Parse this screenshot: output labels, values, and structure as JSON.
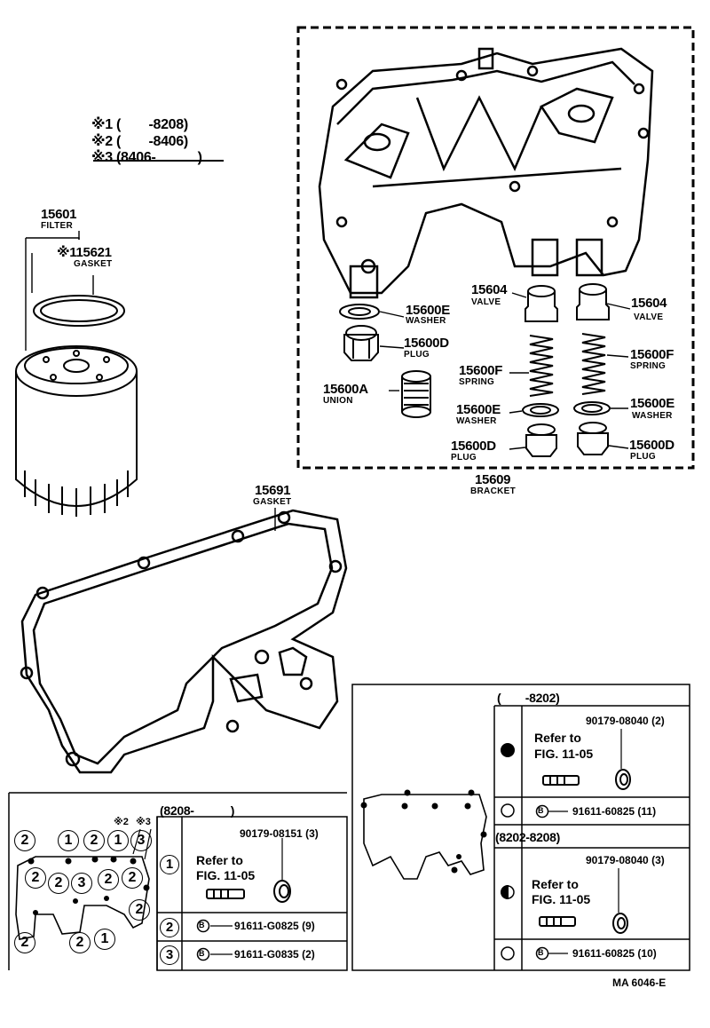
{
  "legend": {
    "rows": [
      {
        "mark": "※1",
        "range": "(　　-8208)"
      },
      {
        "mark": "※2",
        "range": "(　　-8406)"
      },
      {
        "mark": "※3",
        "range": "(8406-　　　)"
      }
    ]
  },
  "parts": {
    "filter": {
      "num": "15601",
      "name": "FILTER"
    },
    "filter_gasket": {
      "num": "※115621",
      "name": "GASKET"
    },
    "washer_left": {
      "num": "15600E",
      "name": "WASHER"
    },
    "plug_left": {
      "num": "15600D",
      "name": "PLUG"
    },
    "union": {
      "num": "15600A",
      "name": "UNION"
    },
    "valve_left": {
      "num": "15604",
      "name": "VALVE"
    },
    "valve_right": {
      "num": "15604",
      "name": "VALVE"
    },
    "spring_left": {
      "num": "15600F",
      "name": "SPRING"
    },
    "spring_right": {
      "num": "15600F",
      "name": "SPRING"
    },
    "washer_mid": {
      "num": "15600E",
      "name": "WASHER"
    },
    "washer_right": {
      "num": "15600E",
      "name": "WASHER"
    },
    "plug_mid": {
      "num": "15600D",
      "name": "PLUG"
    },
    "plug_right": {
      "num": "15600D",
      "name": "PLUG"
    },
    "bracket": {
      "num": "15609",
      "name": "BRACKET"
    },
    "main_gasket": {
      "num": "15691",
      "name": "GASKET"
    }
  },
  "bottom_left": {
    "marks": {
      "m2": "※2",
      "m3": "※3"
    },
    "circles": [
      "2",
      "1",
      "2",
      "1",
      "3",
      "2",
      "2",
      "3",
      "2",
      "2",
      "2",
      "2",
      "2",
      "1"
    ],
    "table": {
      "header": "(8208-　　　)",
      "row1": {
        "key": "1",
        "part": "90179-08151",
        "qty": "(3)",
        "refer1": "Refer to",
        "refer2": "FIG. 11-05"
      },
      "row2": {
        "key": "2",
        "bmark": "B",
        "part": "91611-G0825",
        "qty": "(9)"
      },
      "row3": {
        "key": "3",
        "bmark": "B",
        "part": "91611-G0835",
        "qty": "(2)"
      }
    }
  },
  "bottom_right": {
    "top": {
      "header": "(　　-8202)",
      "part": "90179-08040",
      "qty": "(2)",
      "refer1": "Refer to",
      "refer2": "FIG. 11-05",
      "bpart": "91611-60825",
      "bqty": "(11)",
      "bmark": "B"
    },
    "bottom": {
      "header": "(8202-8208)",
      "part": "90179-08040",
      "qty": "(3)",
      "refer1": "Refer to",
      "refer2": "FIG. 11-05",
      "bpart": "91611-60825",
      "bqty": "(10)",
      "bmark": "B"
    }
  },
  "figure_id": "MA 6046-E"
}
